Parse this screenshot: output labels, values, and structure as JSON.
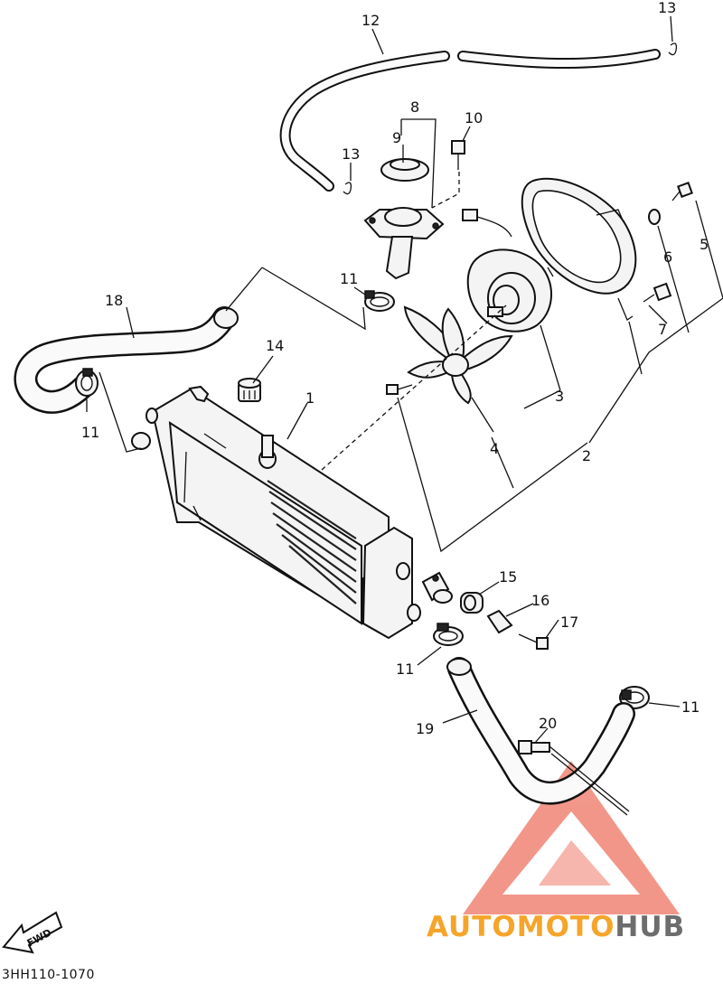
{
  "figure": {
    "code": "3HH110-1070",
    "fwd_label": "FWD"
  },
  "callouts": [
    {
      "id": "c1",
      "label": "1"
    },
    {
      "id": "c2",
      "label": "2"
    },
    {
      "id": "c3",
      "label": "3"
    },
    {
      "id": "c4",
      "label": "4"
    },
    {
      "id": "c5",
      "label": "5"
    },
    {
      "id": "c6",
      "label": "6"
    },
    {
      "id": "c7",
      "label": "7"
    },
    {
      "id": "c8",
      "label": "8"
    },
    {
      "id": "c9",
      "label": "9"
    },
    {
      "id": "c10",
      "label": "10"
    },
    {
      "id": "c11a",
      "label": "11"
    },
    {
      "id": "c11b",
      "label": "11"
    },
    {
      "id": "c11c",
      "label": "11"
    },
    {
      "id": "c11d",
      "label": "11"
    },
    {
      "id": "c12",
      "label": "12"
    },
    {
      "id": "c13a",
      "label": "13"
    },
    {
      "id": "c13b",
      "label": "13"
    },
    {
      "id": "c14",
      "label": "14"
    },
    {
      "id": "c15",
      "label": "15"
    },
    {
      "id": "c16",
      "label": "16"
    },
    {
      "id": "c17",
      "label": "17"
    },
    {
      "id": "c18",
      "label": "18"
    },
    {
      "id": "c19",
      "label": "19"
    },
    {
      "id": "c20",
      "label": "20"
    }
  ],
  "watermark": {
    "part1": "AUTO",
    "part2": "MOTO",
    "part3": "HUB",
    "color_primary": "#f5a52a",
    "color_secondary": "#6d6d6d",
    "logo_color": "#e8412c"
  }
}
